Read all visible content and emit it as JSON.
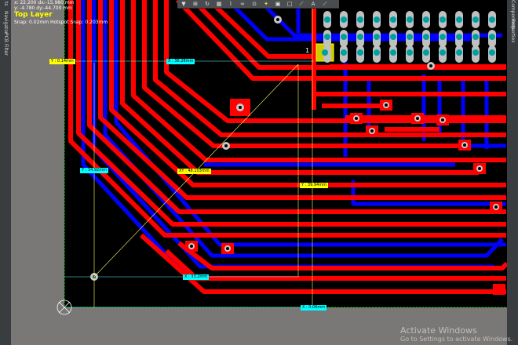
{
  "hud": {
    "line1": "x: 22.200   dx:-15.980 mm",
    "line2": "y: -4.780   dy:-44.700 mm",
    "layer": "Top Layer",
    "snap": "Snap: 0.02mm Hotspot Snap: 0.203mm"
  },
  "left_panel": {
    "tab1": "ts",
    "tab2": "Navigator",
    "tab3": "PCB Filter"
  },
  "right_panel": {
    "tab1": "Components",
    "tab2": "Properties"
  },
  "toolbar": {
    "icons": [
      "filter-icon",
      "select-icon",
      "route-icon",
      "grid-icon",
      "interactive-route-icon",
      "via-icon",
      "pad-icon",
      "highlight-icon",
      "region-icon",
      "rectangle-icon",
      "line-icon",
      "text-icon",
      "dimension-icon"
    ],
    "glyphs": [
      "▼",
      "⊞",
      "↻",
      "▦",
      "⌇",
      "∞",
      "⊙",
      "✦",
      "▣",
      "□",
      "⟋",
      "A",
      "⟋"
    ]
  },
  "dimensions": {
    "y_top": "Y : 0.14mm",
    "x_top": "X : 36.28mm",
    "y_left": "Y : 34.92mm",
    "xy_diag": "XY : 48.103mm",
    "y_mid": "Y : 39.94mm",
    "x_bottom": "X : 33.2mm",
    "x_base": "X : 0.06mm"
  },
  "pin_label": "1",
  "watermark": {
    "title": "Activate Windows",
    "sub": "Go to Settings to activate Windows."
  },
  "colors": {
    "board": "#000000",
    "top_layer": "#ff0000",
    "bottom_layer": "#0000ff",
    "dimension_yellow": "#ffff00",
    "dimension_cyan": "#00ffff",
    "pad_fill": "#00a0a0"
  }
}
